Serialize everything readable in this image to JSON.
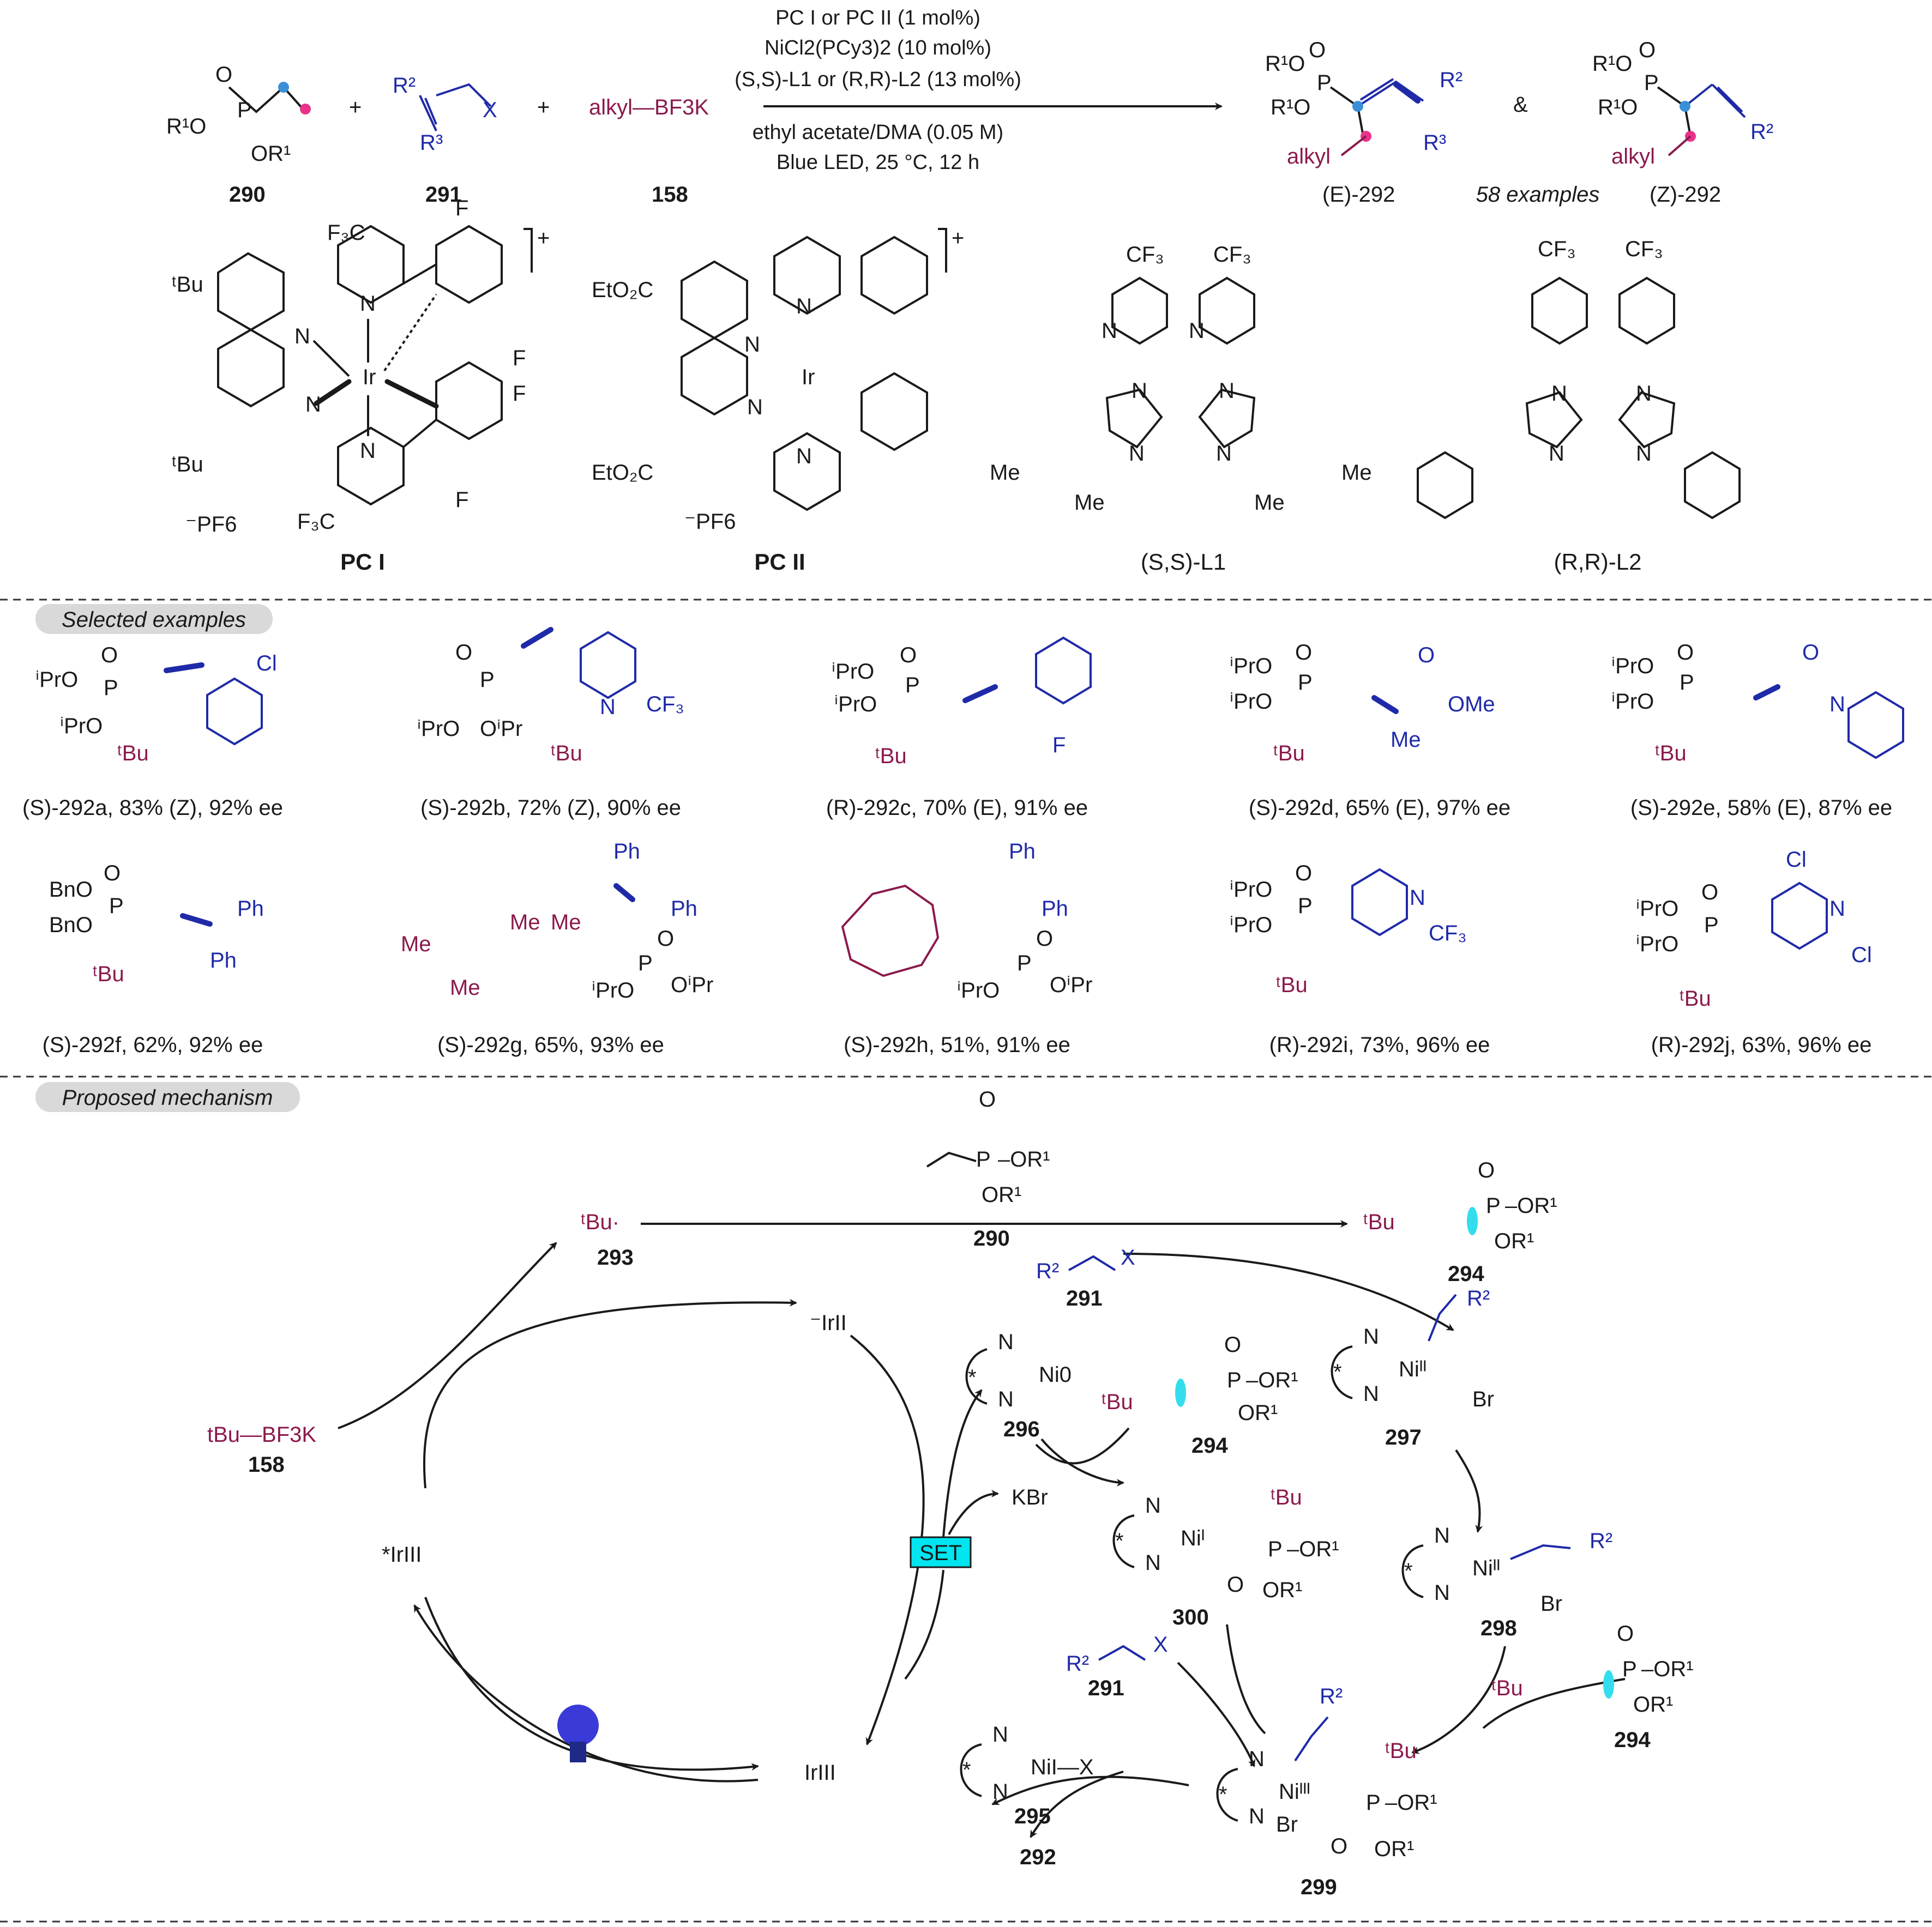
{
  "conditions": {
    "line1": "PC I or PC II (1 mol%)",
    "line2": "NiCl2(PCy3)2 (10 mol%)",
    "line3": "(S,S)-L1 or (R,R)-L2 (13 mol%)",
    "line4": "ethyl acetate/DMA (0.05 M)",
    "line5": "Blue LED, 25 °C, 12 h"
  },
  "reactants": {
    "r290": "290",
    "r291": "291",
    "r158": "158",
    "alkyl_bf3k": "alkyl—BF3K",
    "x": "X",
    "plus": "+"
  },
  "products": {
    "e_label": "(E)-292",
    "z_label": "(Z)-292",
    "amp": "&",
    "examples_count": "58 examples"
  },
  "catalysts": {
    "pc1": "PC I",
    "pc2": "PC II",
    "l1": "(S,S)-L1",
    "l2": "(R,R)-L2",
    "pf6": "⁻PF6",
    "charge": "+"
  },
  "sections": {
    "selected": "Selected examples",
    "mechanism": "Proposed mechanism"
  },
  "examples": [
    "(S)-292a, 83% (Z), 92% ee",
    "(S)-292b, 72% (Z), 90% ee",
    "(R)-292c, 70% (E), 91% ee",
    "(S)-292d, 65% (E), 97% ee",
    "(S)-292e, 58% (E), 87% ee",
    "(S)-292f, 62%, 92% ee",
    "(S)-292g, 65%, 93% ee",
    "(S)-292h, 51%, 91% ee",
    "(R)-292i, 73%, 96% ee",
    "(R)-292j, 63%, 96% ee"
  ],
  "mechanism": {
    "c290": "290",
    "c293": "293",
    "c294": "294",
    "c291": "291",
    "c296": "296",
    "c297": "297",
    "c298": "298",
    "c299": "299",
    "c300": "300",
    "c295": "295",
    "c292": "292",
    "c158": "158",
    "tbu_bf3k": "tBu—BF3K",
    "ir_ii": "⁻IrII",
    "ir_iii_star": "*IrIII",
    "ir_iii": "IrIII",
    "kbr": "KBr",
    "set": "SET",
    "ni0": "Ni0",
    "ni_i_x": "NiI—X",
    "br": "Br"
  },
  "colors": {
    "alkyl": "#8b1a4d",
    "alkene": "#1f2aa8",
    "radical_orbital": "#33ddee",
    "set_box": "#00e5ef",
    "pill": "#d9d9d9",
    "pink_dot": "#e8338a",
    "blue_dot": "#3a8fd8"
  }
}
